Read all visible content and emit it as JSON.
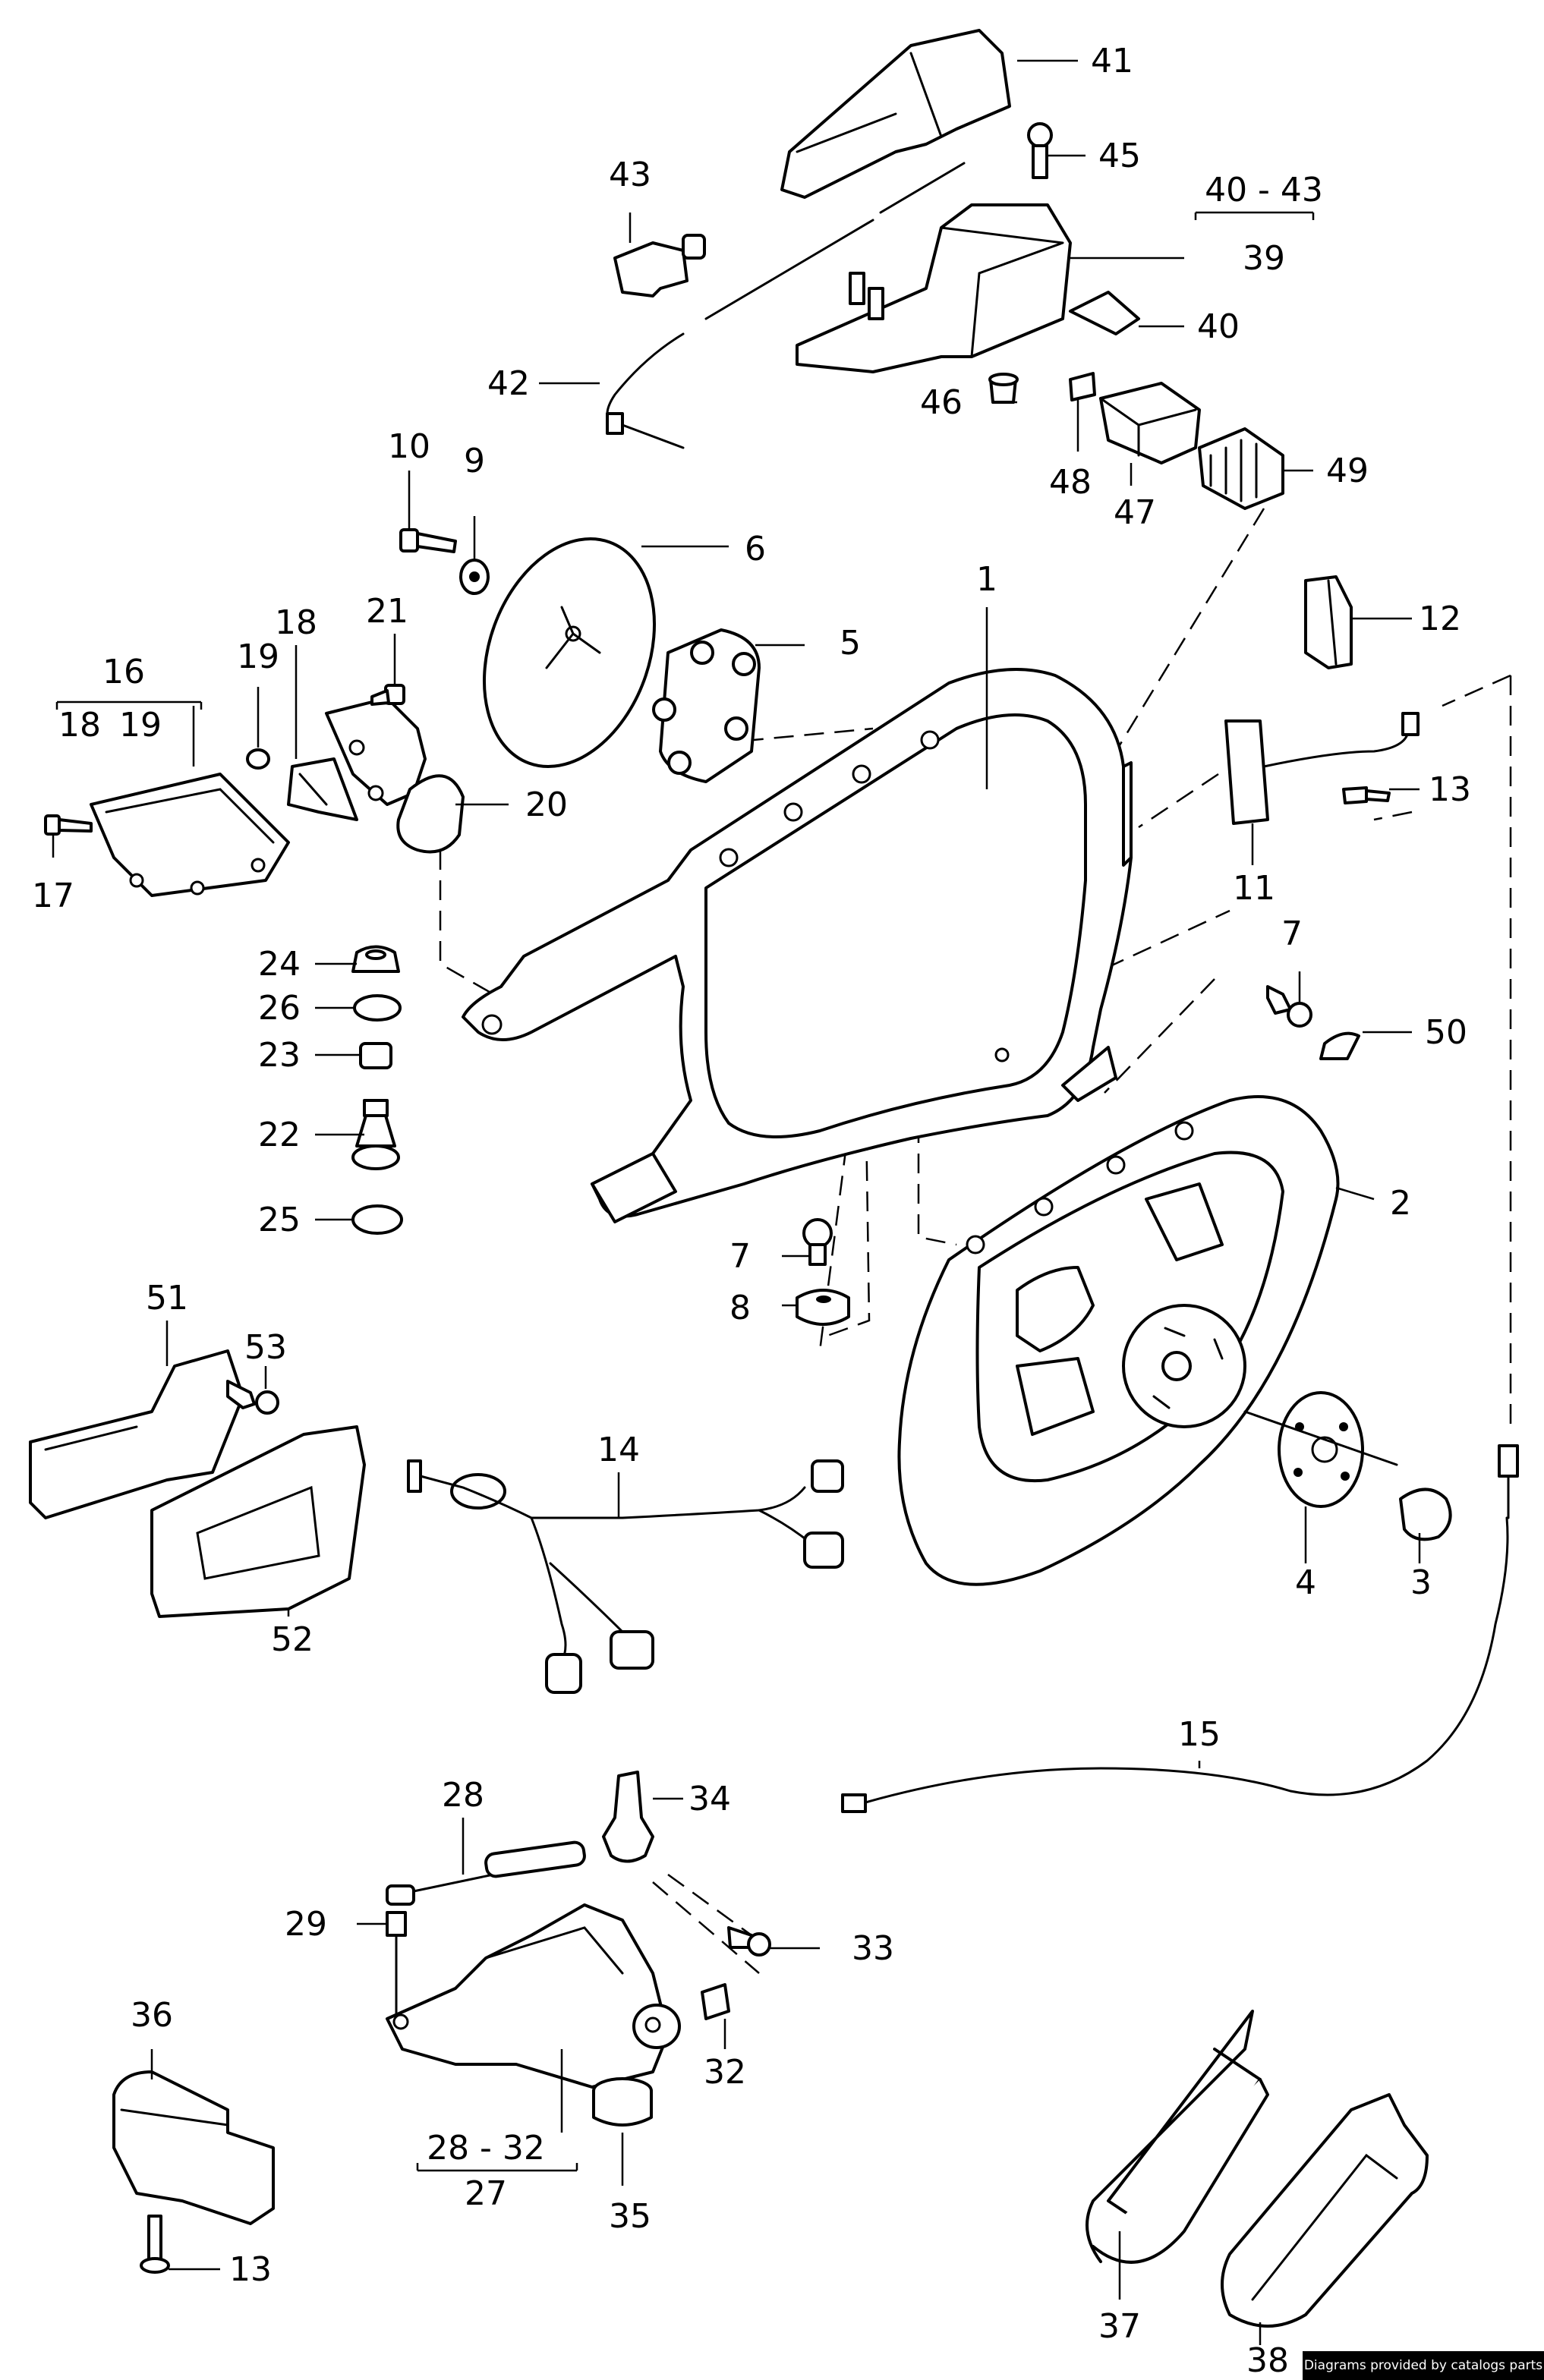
{
  "callouts": [
    {
      "id": "1",
      "text": "1"
    },
    {
      "id": "2",
      "text": "2"
    },
    {
      "id": "3",
      "text": "3"
    },
    {
      "id": "4",
      "text": "4"
    },
    {
      "id": "5",
      "text": "5"
    },
    {
      "id": "6",
      "text": "6"
    },
    {
      "id": "7a",
      "text": "7"
    },
    {
      "id": "7b",
      "text": "7"
    },
    {
      "id": "8",
      "text": "8"
    },
    {
      "id": "9",
      "text": "9"
    },
    {
      "id": "10",
      "text": "10"
    },
    {
      "id": "11",
      "text": "11"
    },
    {
      "id": "12",
      "text": "12"
    },
    {
      "id": "13a",
      "text": "13"
    },
    {
      "id": "13b",
      "text": "13"
    },
    {
      "id": "14",
      "text": "14"
    },
    {
      "id": "15",
      "text": "15"
    },
    {
      "id": "16",
      "text": "16"
    },
    {
      "id": "17",
      "text": "17"
    },
    {
      "id": "18a",
      "text": "18"
    },
    {
      "id": "18b",
      "text": "18"
    },
    {
      "id": "19a",
      "text": "19"
    },
    {
      "id": "19b",
      "text": "19"
    },
    {
      "id": "20",
      "text": "20"
    },
    {
      "id": "21",
      "text": "21"
    },
    {
      "id": "22",
      "text": "22"
    },
    {
      "id": "23",
      "text": "23"
    },
    {
      "id": "24",
      "text": "24"
    },
    {
      "id": "25",
      "text": "25"
    },
    {
      "id": "26",
      "text": "26"
    },
    {
      "id": "27",
      "text": "27"
    },
    {
      "id": "28a",
      "text": "28"
    },
    {
      "id": "28-32",
      "text": "28 - 32"
    },
    {
      "id": "29",
      "text": "29"
    },
    {
      "id": "32",
      "text": "32"
    },
    {
      "id": "33",
      "text": "33"
    },
    {
      "id": "34",
      "text": "34"
    },
    {
      "id": "35",
      "text": "35"
    },
    {
      "id": "36",
      "text": "36"
    },
    {
      "id": "37",
      "text": "37"
    },
    {
      "id": "38",
      "text": "38"
    },
    {
      "id": "39",
      "text": "39"
    },
    {
      "id": "40a",
      "text": "40"
    },
    {
      "id": "40-43",
      "text": "40 - 43"
    },
    {
      "id": "41",
      "text": "41"
    },
    {
      "id": "42",
      "text": "42"
    },
    {
      "id": "43",
      "text": "43"
    },
    {
      "id": "45",
      "text": "45"
    },
    {
      "id": "46",
      "text": "46"
    },
    {
      "id": "47",
      "text": "47"
    },
    {
      "id": "48",
      "text": "48"
    },
    {
      "id": "49",
      "text": "49"
    },
    {
      "id": "50",
      "text": "50"
    },
    {
      "id": "51",
      "text": "51"
    },
    {
      "id": "52",
      "text": "52"
    },
    {
      "id": "53",
      "text": "53"
    }
  ],
  "credit": "Diagrams provided by catalogs parts"
}
